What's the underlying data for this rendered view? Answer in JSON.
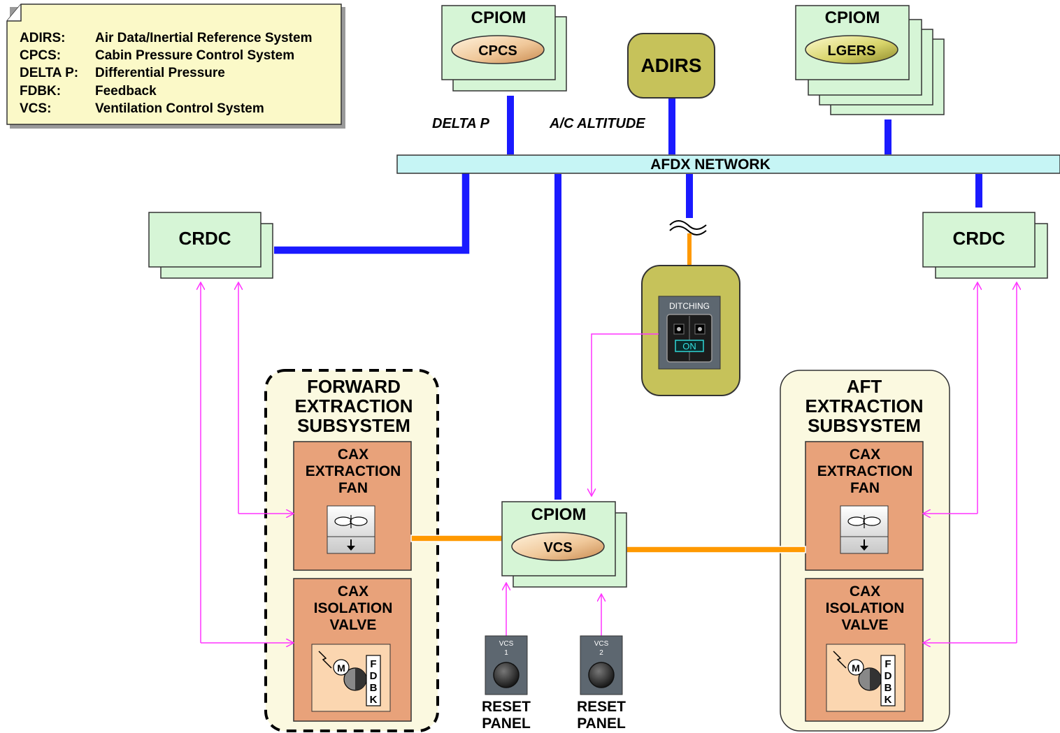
{
  "legend": {
    "items": [
      {
        "abbr": "ADIRS:",
        "text": "Air Data/Inertial Reference System"
      },
      {
        "abbr": "CPCS:",
        "text": "Cabin Pressure Control System"
      },
      {
        "abbr": "DELTA P:",
        "text": "Differential Pressure"
      },
      {
        "abbr": "FDBK:",
        "text": "Feedback"
      },
      {
        "abbr": "VCS:",
        "text": "Ventilation Control System"
      }
    ]
  },
  "cpiom_cpcs": {
    "title": "CPIOM",
    "label": "CPCS"
  },
  "adirs": {
    "label": "ADIRS"
  },
  "cpiom_lgers": {
    "title": "CPIOM",
    "label": "LGERS"
  },
  "delta_p_label": "DELTA P",
  "altitude_label": "A/C ALTITUDE",
  "network": {
    "label": "AFDX NETWORK"
  },
  "crdc_left": {
    "label": "CRDC"
  },
  "crdc_right": {
    "label": "CRDC"
  },
  "ditching": {
    "title": "DITCHING",
    "state": "ON"
  },
  "forward": {
    "title": [
      "FORWARD",
      "EXTRACTION",
      "SUBSYSTEM"
    ],
    "fan": [
      "CAX",
      "EXTRACTION",
      "FAN"
    ],
    "valve": [
      "CAX",
      "ISOLATION",
      "VALVE"
    ],
    "motor": "M",
    "fdbk": [
      "F",
      "D",
      "B",
      "K"
    ]
  },
  "aft": {
    "title": [
      "AFT",
      "EXTRACTION",
      "SUBSYSTEM"
    ],
    "fan": [
      "CAX",
      "EXTRACTION",
      "FAN"
    ],
    "valve": [
      "CAX",
      "ISOLATION",
      "VALVE"
    ],
    "motor": "M",
    "fdbk": [
      "F",
      "D",
      "B",
      "K"
    ]
  },
  "cpiom_vcs": {
    "title": "CPIOM",
    "label": "VCS"
  },
  "reset1": {
    "tag": [
      "VCS",
      "1"
    ],
    "label": [
      "RESET",
      "PANEL"
    ]
  },
  "reset2": {
    "tag": [
      "VCS",
      "2"
    ],
    "label": [
      "RESET",
      "PANEL"
    ]
  },
  "colors": {
    "box_green": "#d6f5d6",
    "bus_blue": "#1a1aff",
    "network_fill": "#c6f5f5",
    "signal_magenta": "#ff33ff",
    "discrete_orange": "#ff9900",
    "unit_salmon": "#e8a27a",
    "subsystem_bg": "#fbf9e0",
    "legend_bg": "#fbf9c8",
    "adirs_olive": "#c6c25a"
  }
}
